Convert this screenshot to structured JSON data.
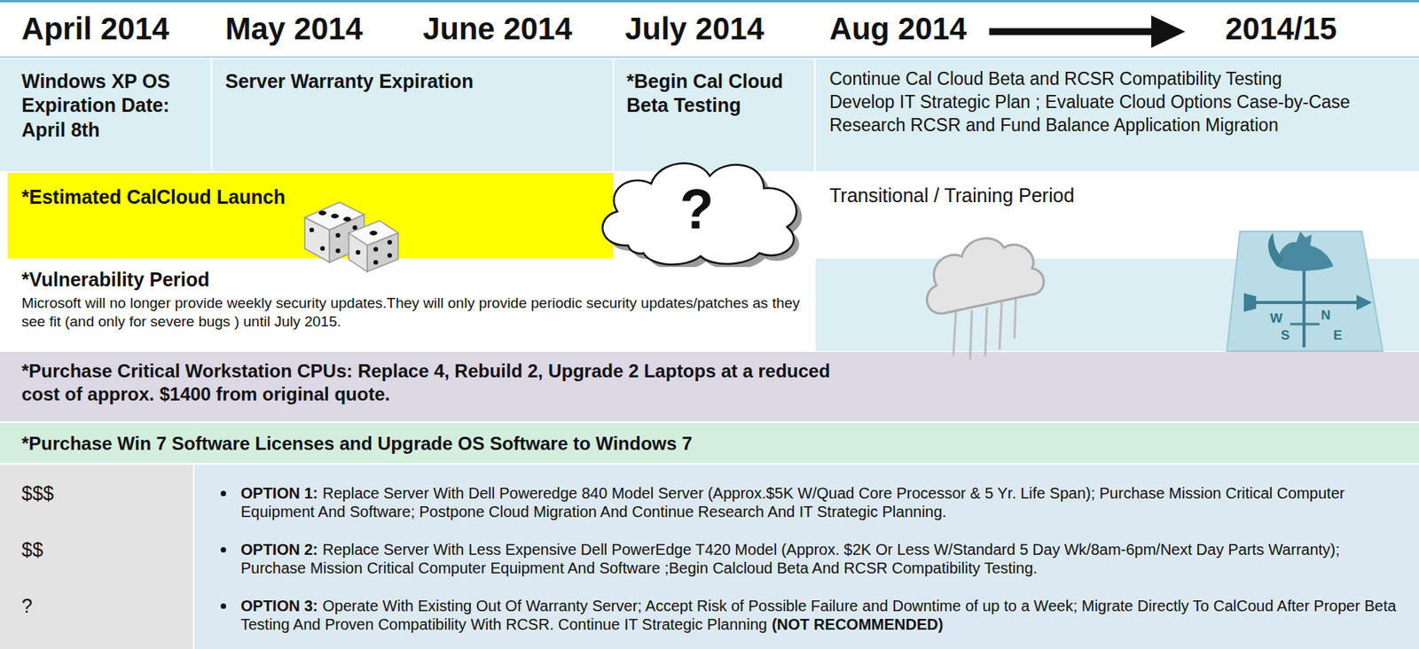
{
  "diagram": {
    "nodes": [
      {
        "text": [
          "Windows XP OS Expiration Date: April 8th"
        ]
      },
      {
        "text": [
          "Server Warranty Expiration"
        ]
      },
      {
        "text": [
          "*Begin Cal Cloud Beta Testing"
        ]
      },
      {
        "text": [
          "Continue Cal Cloud Beta and RCSR Compatibility Testing",
          "Develop IT Strategic Plan ; Evaluate Cloud Options Case-by-Case",
          "Research RCSR and Fund Balance Application Migration"
        ]
      },
      {
        "text": [
          "*Estimated CalCloud Launch"
        ]
      },
      {
        "text": [
          "?"
        ]
      },
      {
        "text": [
          "*Purchase Critical Workstation CPUs: Replace 4, Rebuild 2, Upgrade 2 Laptops at a reduced cost of approx. $1400 from original quote."
        ]
      },
      {
        "text": [
          "*Purchase Win 7 Software Licenses and Upgrade OS Software to Windows 7"
        ]
      },
      {
        "text": [
          "$$$",
          "$$",
          "?"
        ]
      },
      {
        "text": [
          "OPTION 1:",
          "Replace Server With Dell Poweredge 840 Model Server (Approx.$5K W/Quad Core Processor & 5 Yr. Life Span); Purchase Mission Critical Computer Equipment And Software; Postpone Cloud Migration And Continue Research And IT Strategic Planning.",
          "OPTION 2:",
          "Replace Server With Less Expensive Dell PowerEdge T420 Model (Approx. $2K Or Less W/Standard 5 Day Wk/8am-6pm/Next Day Parts Warranty); Purchase Mission Critical Computer Equipment And Software ;Begin Calcloud Beta And RCSR Compatibility Testing.",
          "OPTION 3:",
          "Operate With Existing Out Of Warranty Server; Accept Risk of Possible Failure and Downtime of up to a Week; Migrate Directly To CalCoud After Proper Beta Testing And Proven Compatibility With RCSR. Continue IT Strategic Planning",
          "(NOT RECOMMENDED)"
        ]
      }
    ],
    "labels": [
      "April 2014",
      "May 2014",
      "June 2014",
      "July 2014",
      "Aug 2014",
      "2014/15",
      "Transitional / Training Period",
      "*Vulnerability Period",
      "Microsoft will no longer provide weekly security updates.They will only provide periodic security updates/patches as they see fit (and only for severe bugs ) until July 2015.",
      "W",
      "S",
      "N",
      "E"
    ]
  }
}
